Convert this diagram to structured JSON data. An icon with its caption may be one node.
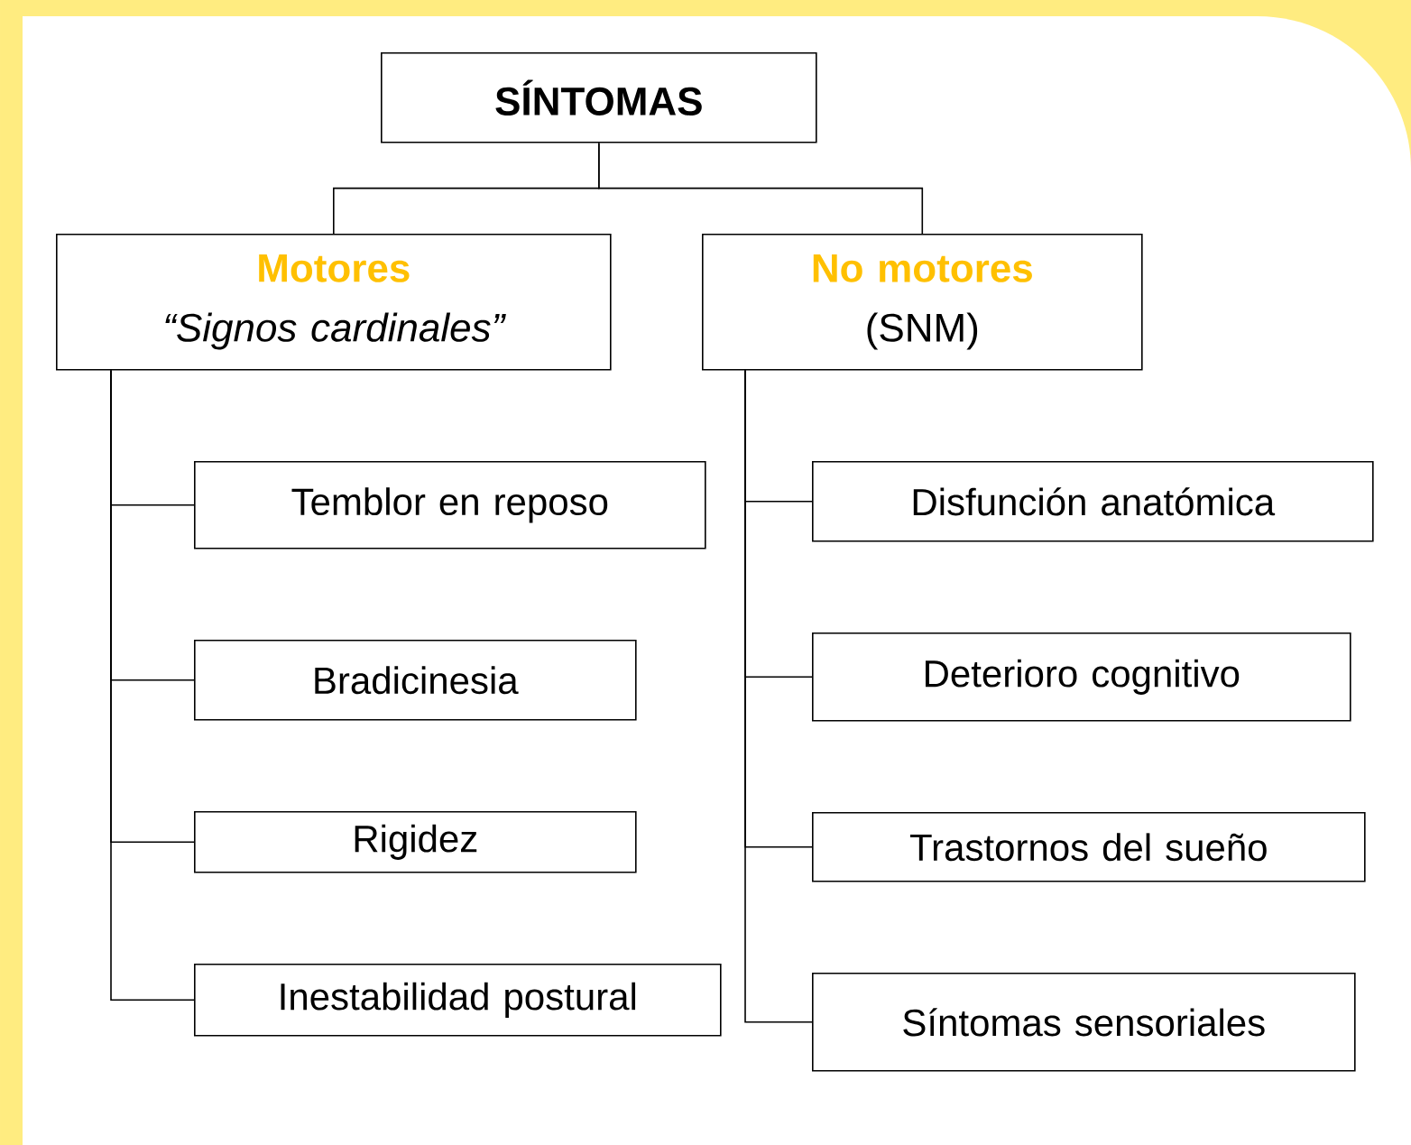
{
  "diagram": {
    "nodes": [
      {
        "text": [
          "SÍNTOMAS"
        ]
      },
      {
        "text": [
          "Motores",
          "“Signos cardinales”"
        ]
      },
      {
        "text": [
          "No motores",
          "(SNM)"
        ]
      },
      {
        "text": [
          "Temblor en reposo"
        ]
      },
      {
        "text": [
          "Bradicinesia"
        ]
      },
      {
        "text": [
          "Rigidez"
        ]
      },
      {
        "text": [
          "Inestabilidad postural"
        ]
      },
      {
        "text": [
          "Disfunción anatómica"
        ]
      },
      {
        "text": [
          "Deterioro cognitivo"
        ]
      },
      {
        "text": [
          "Trastornos del sueño"
        ]
      },
      {
        "text": [
          "Síntomas sensoriales"
        ]
      }
    ],
    "edges": [
      {
        "from": 0,
        "to": 1,
        "arrow": "none"
      },
      {
        "from": 0,
        "to": 2,
        "arrow": "none"
      },
      {
        "from": 1,
        "to": 3,
        "arrow": "none"
      },
      {
        "from": 1,
        "to": 4,
        "arrow": "none"
      },
      {
        "from": 1,
        "to": 5,
        "arrow": "none"
      },
      {
        "from": 1,
        "to": 6,
        "arrow": "none"
      },
      {
        "from": 2,
        "to": 7,
        "arrow": "none"
      },
      {
        "from": 2,
        "to": 8,
        "arrow": "none"
      },
      {
        "from": 2,
        "to": 9,
        "arrow": "none"
      },
      {
        "from": 2,
        "to": 10,
        "arrow": "none"
      }
    ]
  }
}
